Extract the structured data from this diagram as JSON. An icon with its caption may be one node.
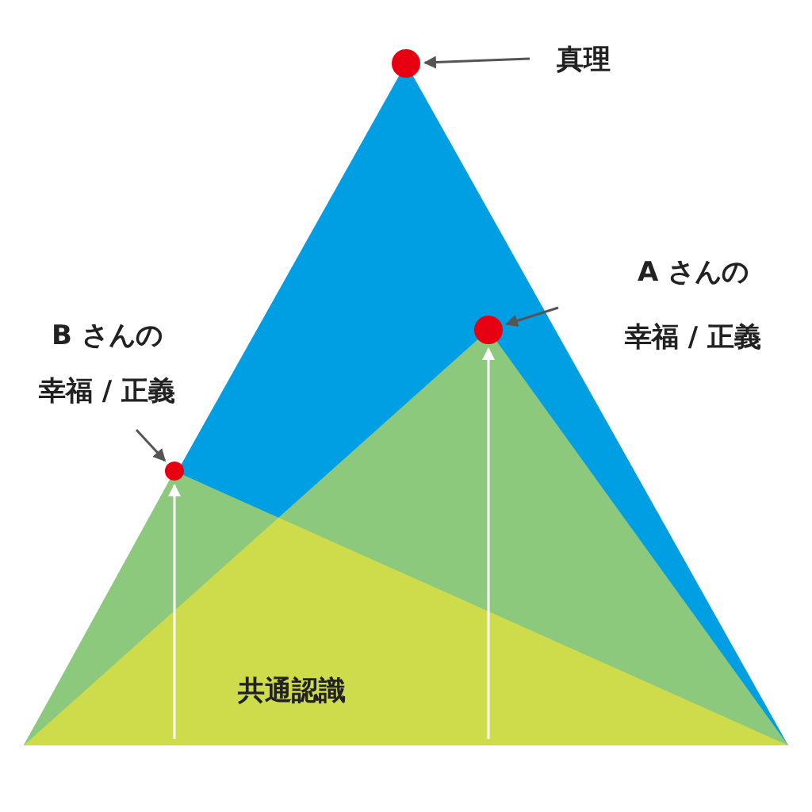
{
  "diagram": {
    "nodes": [
      {
        "text": [
          "真理"
        ]
      },
      {
        "text": [],
        "shape": "circle"
      },
      {
        "text": [
          "A さんの",
          "幸福 / 正義"
        ]
      },
      {
        "text": [],
        "shape": "circle"
      },
      {
        "text": [
          "B さんの",
          "幸福 / 正義"
        ]
      },
      {
        "text": [],
        "shape": "circle"
      }
    ],
    "edges": [
      {
        "from": 0,
        "to": 1,
        "arrow": "to"
      },
      {
        "from": 2,
        "to": 3,
        "arrow": "to"
      },
      {
        "from": 4,
        "to": 5,
        "arrow": "to"
      },
      {
        "from": null,
        "to": 3,
        "arrow": "to",
        "color": "#ffffff"
      },
      {
        "from": null,
        "to": 5,
        "arrow": "to",
        "color": "#ffffff"
      }
    ],
    "labels": [
      "共通認識"
    ]
  }
}
